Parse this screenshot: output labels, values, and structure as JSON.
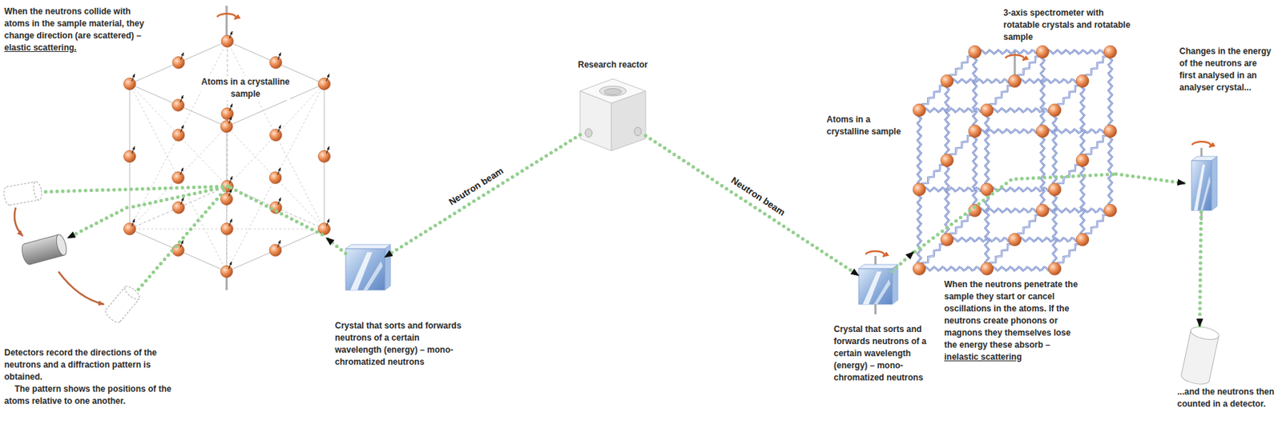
{
  "diagram": {
    "nodes": [
      {
        "text": [
          "Detectors record the directions of the neutrons and a diffraction pattern is obtained.",
          "The pattern shows the positions of the atoms relative to one another."
        ]
      },
      {
        "text": [
          "Atoms in a crystalline sample"
        ]
      },
      {
        "text": [
          "Crystal that sorts and forwards neutrons of a certain wavelength (energy) – mono- chromatized neutrons"
        ]
      },
      {
        "text": [
          "Research reactor"
        ]
      },
      {
        "text": [
          "Crystal that sorts and forwards neutrons of a certain wavelength (energy) – mono- chromatized neutrons"
        ]
      },
      {
        "text": [
          "Atoms in a crystalline sample"
        ]
      },
      {
        "text": [
          "Changes in the energy of the neutrons are first analysed in an analyser crystal..."
        ]
      },
      {
        "text": [
          "...and the neutrons then counted in a detector."
        ]
      }
    ],
    "edges": [
      {
        "from": 3,
        "to": 2,
        "label": "Neutron beam",
        "arrow": "to"
      },
      {
        "from": 3,
        "to": 4,
        "label": "Neutron beam",
        "arrow": "to"
      },
      {
        "from": 2,
        "to": 1,
        "arrow": "to"
      },
      {
        "from": 1,
        "to": 0,
        "arrow": "to"
      },
      {
        "from": 4,
        "to": 5,
        "arrow": "to"
      },
      {
        "from": 5,
        "to": 6,
        "arrow": "to"
      },
      {
        "from": 6,
        "to": 7,
        "arrow": "to"
      }
    ],
    "labels": [
      "When the neutrons collide with atoms in the sample material, they change direction (are scattered) – elastic scattering.",
      "3-axis spectrometer with rotatable crystals and rotatable sample",
      "When the neutrons penetrate the sample they start or cancel oscillations in the atoms. If the neutrons create phonons or magnons they themselves lose the energy these absorb – inelastic scattering"
    ]
  }
}
